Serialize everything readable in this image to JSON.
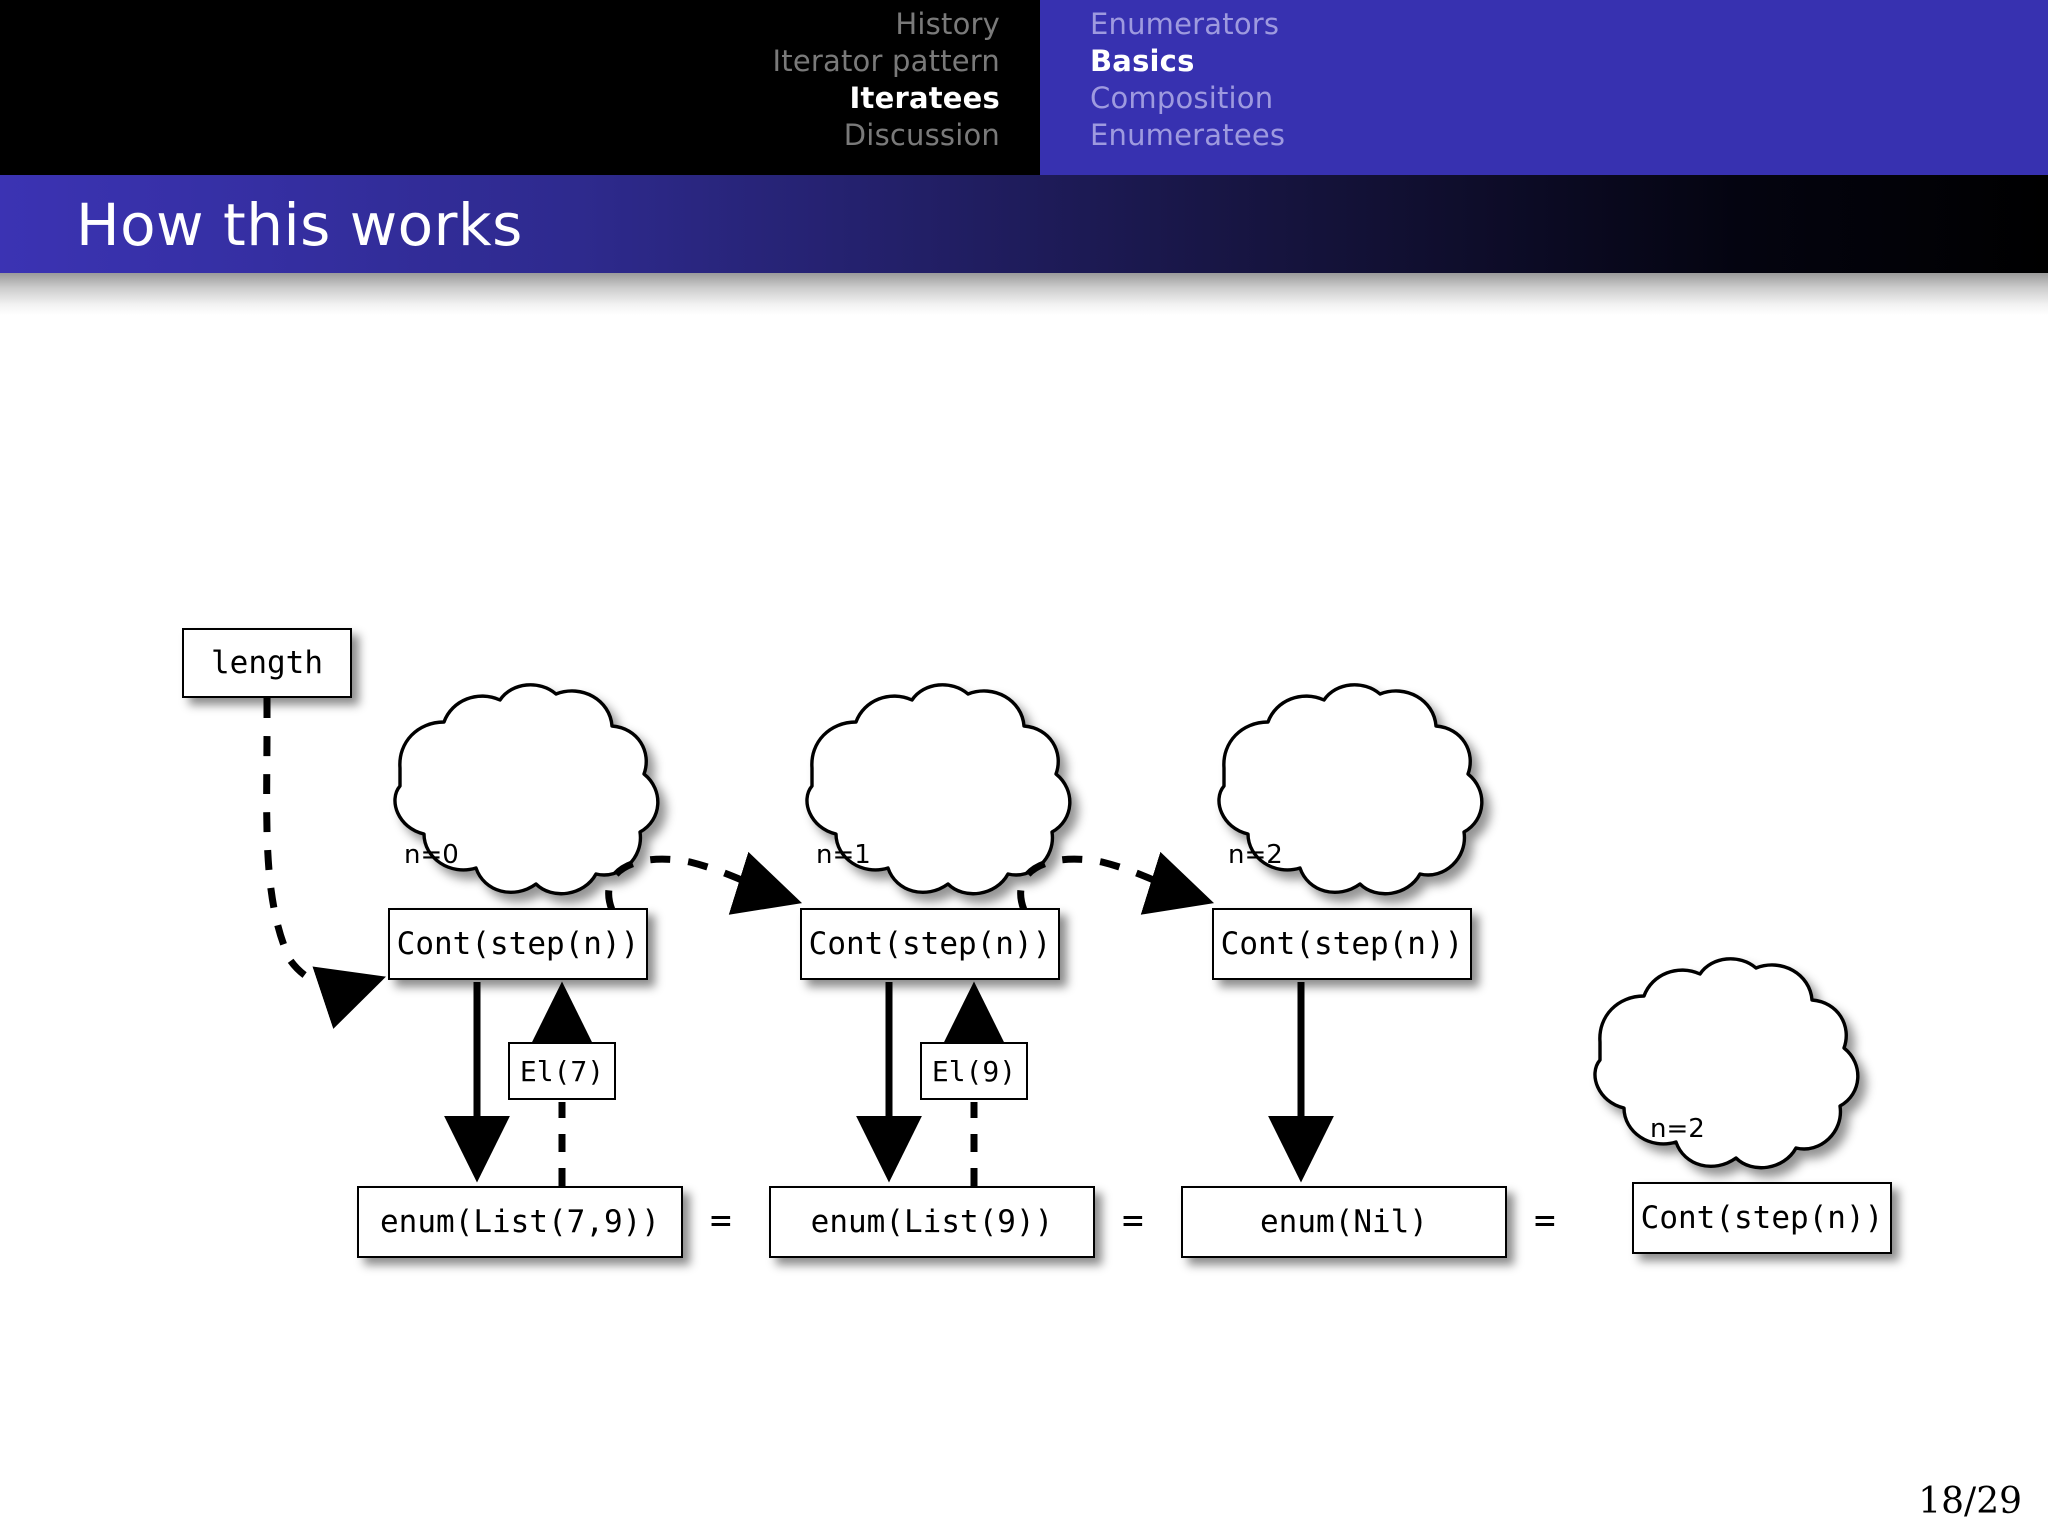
{
  "nav": {
    "left_column": [
      {
        "label": "History",
        "active": false
      },
      {
        "label": "Iterator pattern",
        "active": false
      },
      {
        "label": "Iteratees",
        "active": true
      },
      {
        "label": "Discussion",
        "active": false
      }
    ],
    "right_column": [
      {
        "label": "Enumerators",
        "active": false
      },
      {
        "label": "Basics",
        "active": true
      },
      {
        "label": "Composition",
        "active": false
      },
      {
        "label": "Enumeratees",
        "active": false
      }
    ],
    "accent_blue": "#3731b0",
    "background_black": "#000000"
  },
  "title": {
    "text": "How this works"
  },
  "diagram": {
    "entry_node": "length",
    "clouds": [
      {
        "label": "n=0"
      },
      {
        "label": "n=1"
      },
      {
        "label": "n=2"
      },
      {
        "label": "n=2"
      }
    ],
    "cont_nodes": [
      "Cont(step(n))",
      "Cont(step(n))",
      "Cont(step(n))",
      "Cont(step(n))"
    ],
    "el_nodes": [
      "El(7)",
      "El(9)"
    ],
    "enum_nodes": [
      "enum(List(7,9))",
      "enum(List(9))",
      "enum(Nil)"
    ],
    "equals": [
      "=",
      "=",
      "="
    ]
  },
  "footer": {
    "page": "18/29"
  }
}
